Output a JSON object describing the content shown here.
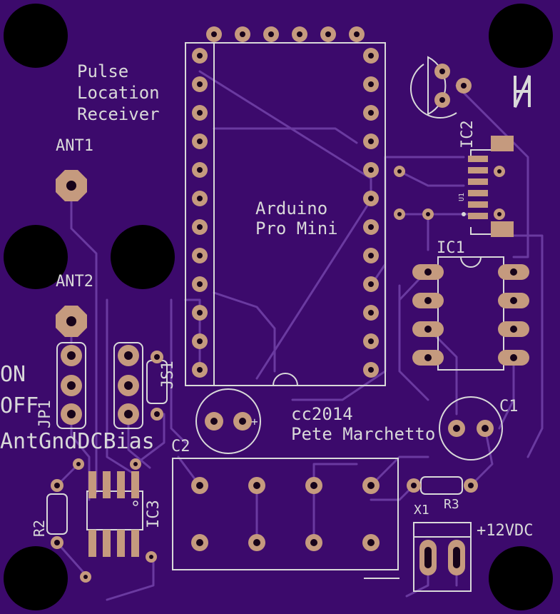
{
  "board": {
    "title": [
      "Pulse",
      "Location",
      "Receiver"
    ],
    "module": [
      "Arduino",
      "Pro Mini"
    ],
    "credit": [
      "cc2014",
      "Pete Marchetto"
    ],
    "power_label": "+12VDC",
    "switch_labels": [
      "ON",
      "OFF"
    ],
    "bias_label": "AntGndDCBias",
    "colors": {
      "board": "#3c0a6c",
      "trace": "#6a3aa0",
      "silkscreen": "#d9d9d9",
      "copper_pad": "#c59a7e",
      "mounting_hole": "#000000"
    }
  },
  "refdes": {
    "ant1": "ANT1",
    "ant2": "ANT2",
    "ic1": "IC1",
    "ic2": "IC2",
    "ic3": "IC3",
    "c1": "C1",
    "c2": "C2",
    "r2": "R2",
    "r3": "R3",
    "x1": "X1",
    "jp1": "JP1",
    "js1": "JS1",
    "u1": "U1"
  }
}
